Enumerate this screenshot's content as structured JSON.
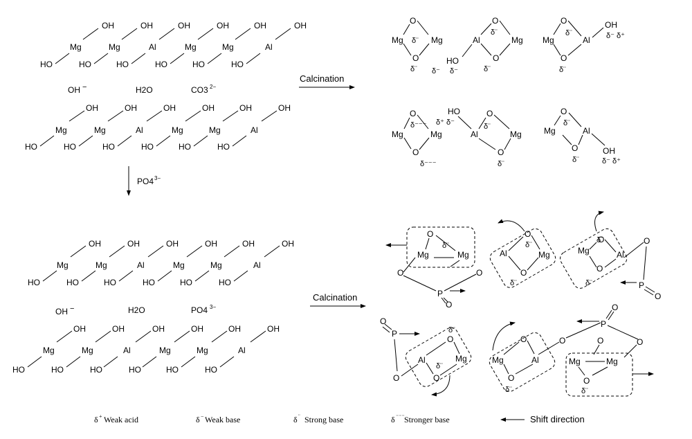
{
  "arrows": {
    "calcination_top": "Calcination",
    "calcination_bottom": "Calcination",
    "phosphate_step": "PO4"
  },
  "interlayer_top": [
    "OH",
    "H2O",
    "CO3"
  ],
  "interlayer_bottom": [
    "OH",
    "H2O",
    "PO4"
  ],
  "legend": {
    "weak_acid": "Weak acid",
    "weak_base": "Weak base",
    "strong_base": "Strong base",
    "stronger_base": "Stronger base",
    "shift_direction": "Shift direction"
  }
}
